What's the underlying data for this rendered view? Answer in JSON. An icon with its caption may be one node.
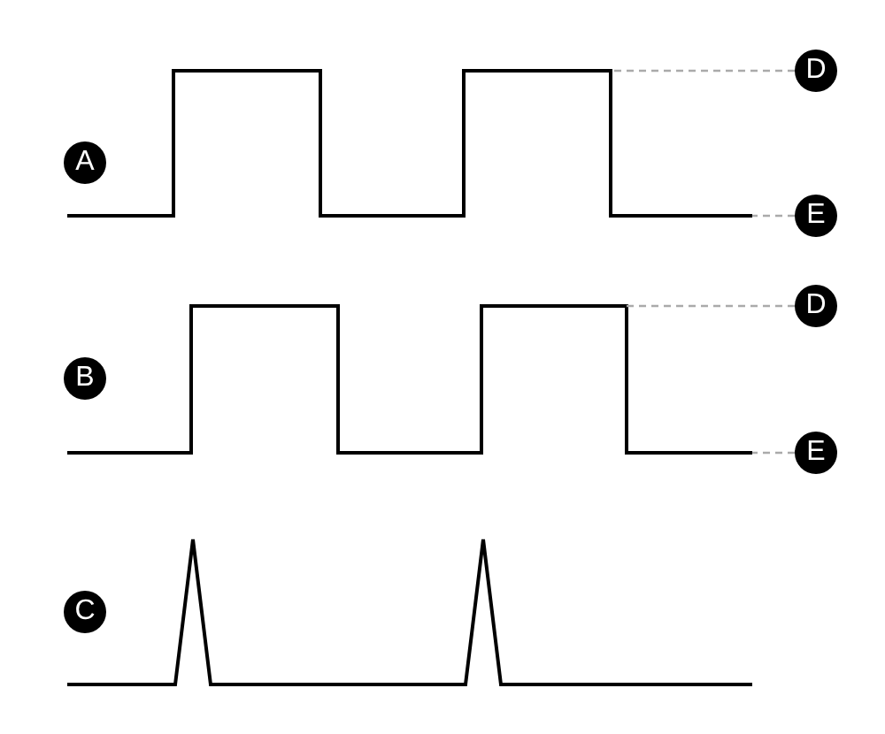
{
  "diagram": {
    "nodes": [
      {
        "text": [
          "D"
        ]
      },
      {
        "text": [
          "A"
        ]
      },
      {
        "text": [
          "E"
        ]
      },
      {
        "text": [
          "D"
        ]
      },
      {
        "text": [
          "B"
        ]
      },
      {
        "text": [
          "E"
        ]
      },
      {
        "text": [
          "C"
        ]
      }
    ],
    "edges": [
      {
        "from": 0,
        "to": null,
        "arrow": "none",
        "style": "dashed"
      },
      {
        "from": 2,
        "to": null,
        "arrow": "none",
        "style": "dashed"
      },
      {
        "from": 3,
        "to": null,
        "arrow": "none",
        "style": "dashed"
      },
      {
        "from": 5,
        "to": null,
        "arrow": "none",
        "style": "dashed"
      }
    ]
  }
}
